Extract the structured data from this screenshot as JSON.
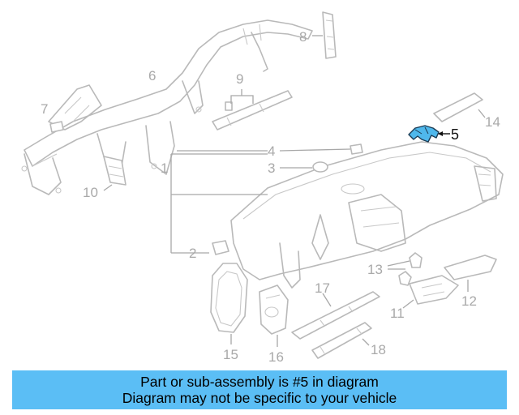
{
  "callouts": {
    "c1": "1",
    "c2": "2",
    "c3": "3",
    "c4": "4",
    "c5": "5",
    "c6": "6",
    "c7": "7",
    "c8": "8",
    "c9": "9",
    "c10": "10",
    "c11": "11",
    "c12": "12",
    "c13": "13",
    "c14": "14",
    "c15": "15",
    "c16": "16",
    "c17": "17",
    "c18": "18"
  },
  "highlighted_part": "5",
  "colors": {
    "highlight_fill": "#4fb8ec",
    "banner_background": "#5bbef5",
    "line_art": "#b9b9b9"
  },
  "banner": {
    "line1": "Part or sub-assembly is #5 in diagram",
    "line2": "Diagram may not be specific to your vehicle"
  }
}
